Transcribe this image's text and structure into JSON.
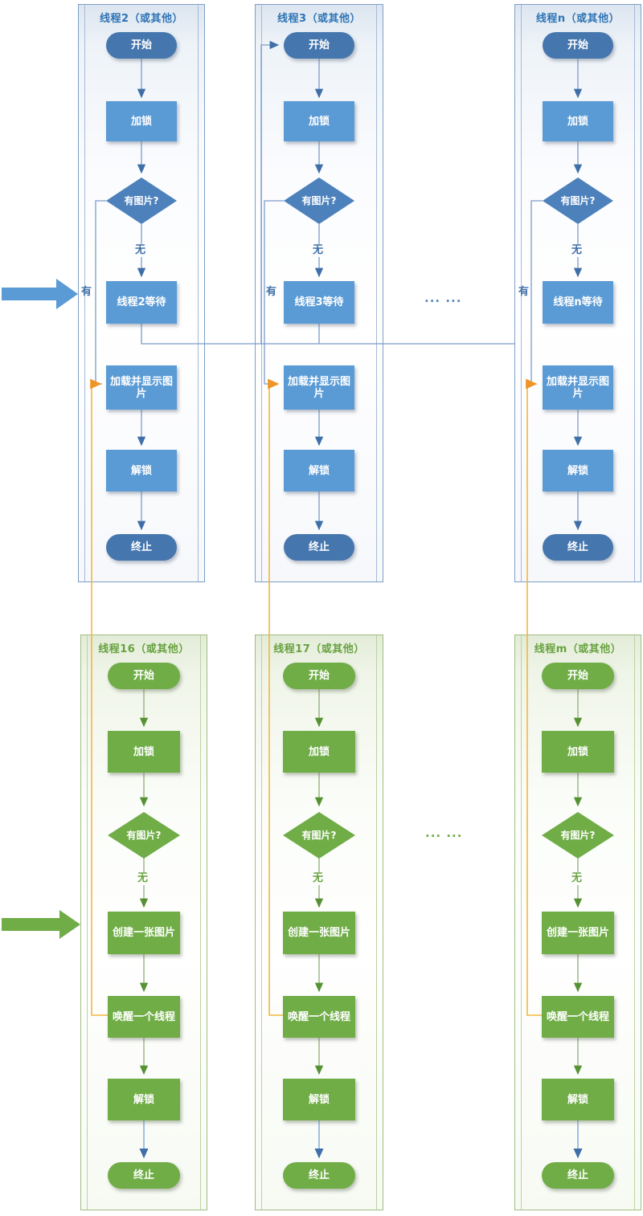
{
  "top_row": {
    "theme": "blue",
    "yes_label": "有",
    "no_label": "无",
    "ellipsis": "... ...",
    "lanes": [
      {
        "title": "线程2（或其他）",
        "start": "开始",
        "lock": "加锁",
        "decision": "有图片?",
        "wait": "线程2等待",
        "load": "加载并显示图片",
        "unlock": "解锁",
        "end": "终止"
      },
      {
        "title": "线程3（或其他）",
        "start": "开始",
        "lock": "加锁",
        "decision": "有图片?",
        "wait": "线程3等待",
        "load": "加载并显示图片",
        "unlock": "解锁",
        "end": "终止"
      },
      {
        "title": "线程n（或其他）",
        "start": "开始",
        "lock": "加锁",
        "decision": "有图片?",
        "wait": "线程n等待",
        "load": "加载并显示图片",
        "unlock": "解锁",
        "end": "终止"
      }
    ]
  },
  "bottom_row": {
    "theme": "green",
    "no_label": "无",
    "ellipsis": "... ...",
    "lanes": [
      {
        "title": "线程16（或其他）",
        "start": "开始",
        "lock": "加锁",
        "decision": "有图片?",
        "create": "创建一张图片",
        "wake": "唤醒一个线程",
        "unlock": "解锁",
        "end": "终止"
      },
      {
        "title": "线程17（或其他）",
        "start": "开始",
        "lock": "加锁",
        "decision": "有图片?",
        "create": "创建一张图片",
        "wake": "唤醒一个线程",
        "unlock": "解锁",
        "end": "终止"
      },
      {
        "title": "线程m（或其他）",
        "start": "开始",
        "lock": "加锁",
        "decision": "有图片?",
        "create": "创建一张图片",
        "wake": "唤醒一个线程",
        "unlock": "解锁",
        "end": "终止"
      }
    ]
  },
  "colors": {
    "blue_box": "#5b9bd5",
    "blue_dark": "#4576ae",
    "blue_title": "#2e74b5",
    "green_box": "#70ad47",
    "green_title": "#67a23f",
    "yellow_connector": "#f3b63c",
    "orange_arrowhead": "#ef9426"
  }
}
